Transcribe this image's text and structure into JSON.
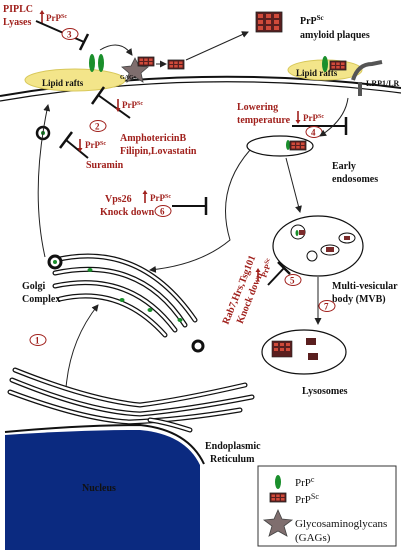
{
  "colors": {
    "inhibitor_red": "#a0201c",
    "prpc_green": "#1a8f2c",
    "prpsc_fill": "#7b2b2b",
    "prpsc_cell": "#c0392b",
    "nucleus_blue": "#0b2a80",
    "raft_yellow": "#f3e58a",
    "gag_star": "#7f6e6e"
  },
  "inhibitors": {
    "pipplc": {
      "line1": "PIPLC",
      "line2": "Lyases",
      "num": "3"
    },
    "ampho": {
      "line1": "AmphotericinB",
      "line2": "Filipin,Lovastatin",
      "num": "2"
    },
    "suramin": {
      "label": "Suramin"
    },
    "lowtemp": {
      "line1": "Lowering",
      "line2": "temperature",
      "num": "4"
    },
    "vps26": {
      "line1": "Vps26",
      "line2": "Knock down",
      "num": "6"
    },
    "rab7": {
      "line1": "Rab7,Hrs,Tsg101",
      "line2": "Knock down",
      "num": "5"
    }
  },
  "prpsc_arrow": {
    "main": "PrP",
    "sup": "Sc"
  },
  "labels": {
    "amyloid_line1": "PrP",
    "amyloid_sup": "Sc",
    "amyloid_line2": "amyloid plaques",
    "lipid_rafts": "Lipid rafts",
    "gags": "GAGs",
    "lrp": "LRP1/LR",
    "early_line1": "Early",
    "early_line2": "endosomes",
    "mvb_line1": "Multi-vesicular",
    "mvb_line2": "body (MVB)",
    "golgi_line1": "Golgi",
    "golgi_line2": "Complex",
    "er_line1": "Endoplasmic",
    "er_line2": "Reticulum",
    "nucleus": "Nucleus",
    "lysosomes": "Lysosomes"
  },
  "step_numbers": {
    "one": "1",
    "seven": "7"
  },
  "legend": {
    "prpc_main": "PrP",
    "prpc_sup": "c",
    "prpsc_main": "PrP",
    "prpsc_sup": "Sc",
    "gag_line1": "Glycosaminoglycans",
    "gag_line2": "(GAGs)"
  }
}
